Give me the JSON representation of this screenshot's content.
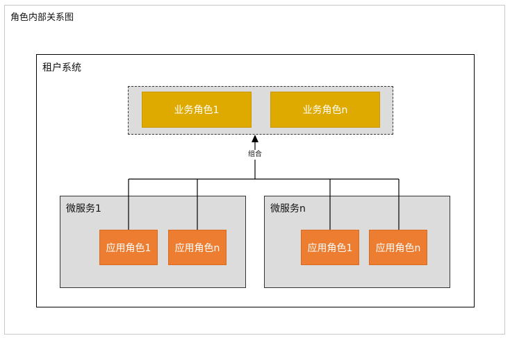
{
  "diagram_title": "角色内部关系图",
  "tenant": {
    "title": "租户系统"
  },
  "business_roles": [
    {
      "label": "业务角色1"
    },
    {
      "label": "业务角色n"
    }
  ],
  "edge": {
    "label": "组合"
  },
  "microservices": [
    {
      "title": "微服务1",
      "roles": [
        {
          "label": "应用角色1"
        },
        {
          "label": "应用角色n"
        }
      ]
    },
    {
      "title": "微服务n",
      "roles": [
        {
          "label": "应用角色1"
        },
        {
          "label": "应用角色n"
        }
      ]
    }
  ],
  "colors": {
    "business_role_fill": "#dfaa00",
    "app_role_fill": "#ed7d31",
    "group_fill": "#dcdcdc"
  }
}
